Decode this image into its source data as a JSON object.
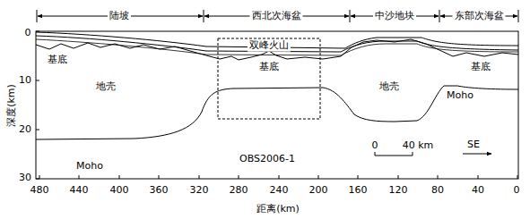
{
  "diagram": {
    "labels": [
      "陆坡",
      "西北次海盆",
      "中沙地块",
      "东部次海盆",
      "双峰火山",
      "基底",
      "基底",
      "基底",
      "地壳",
      "地壳",
      "Moho",
      "Moho",
      "OBS2006-1",
      "0",
      "40 km",
      "SE",
      "深度(km)",
      "距离(km)",
      "0",
      "10",
      "20",
      "30",
      "480",
      "440",
      "400",
      "360",
      "320",
      "280",
      "240",
      "200",
      "160",
      "120",
      "80",
      "40",
      "0"
    ]
  }
}
